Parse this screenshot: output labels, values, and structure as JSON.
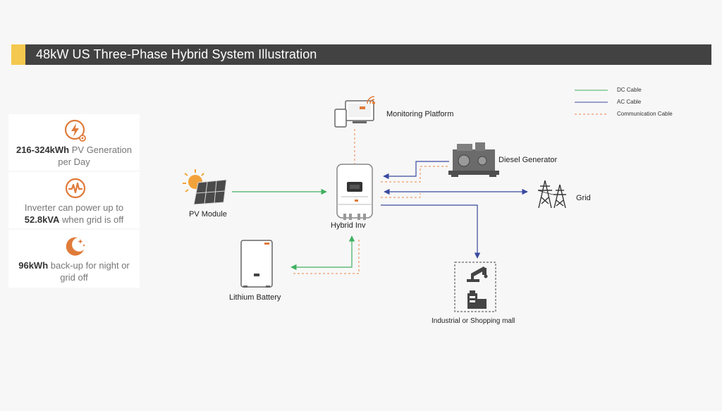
{
  "title": "48kW US Three-Phase Hybrid System Illustration",
  "colors": {
    "title_bg": "#424242",
    "accent": "#f4c84e",
    "icon_orange": "#e07b3a",
    "dc_cable": "#3fb15f",
    "ac_cable": "#3a4aa0",
    "comm_cable": "#e8854a"
  },
  "features": [
    {
      "icon": "lightning-icon",
      "bold": "216-324kWh",
      "text_after": " PV Generation per Day"
    },
    {
      "icon": "pulse-icon",
      "text_before": "Inverter can power up to ",
      "bold": "52.8kVA",
      "text_after": " when grid is off"
    },
    {
      "icon": "moon-icon",
      "bold": "96kWh",
      "text_after": " back-up for night or grid off"
    }
  ],
  "legend": {
    "dc": "DC Cable",
    "ac": "AC Cable",
    "comm": "Communication Cable"
  },
  "nodes": {
    "monitoring": "Monitoring Platform",
    "pv": "PV Module",
    "inverter": "Hybrid Inv",
    "battery": "Lithium Battery",
    "generator": "Diesel Generator",
    "grid": "Grid",
    "load": "Industrial or Shopping mall"
  }
}
